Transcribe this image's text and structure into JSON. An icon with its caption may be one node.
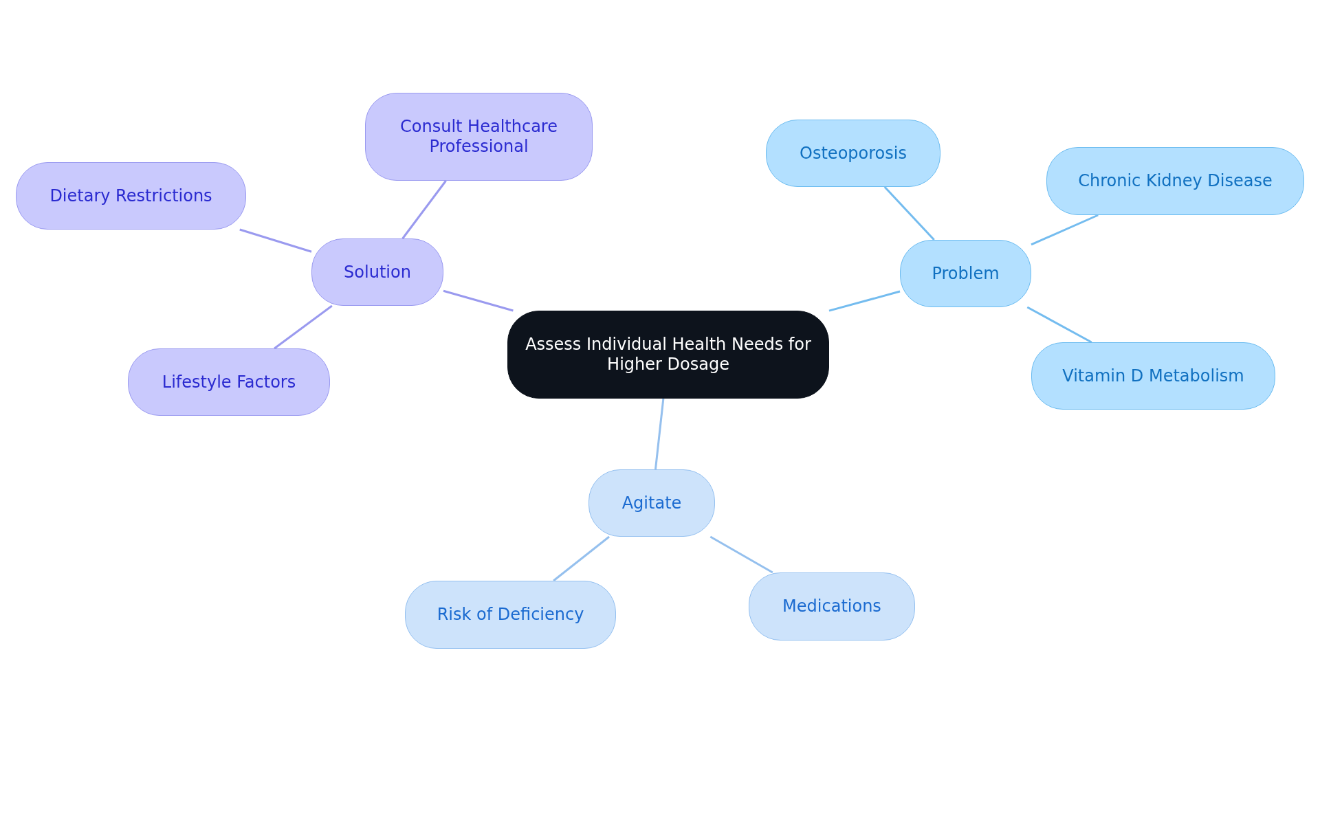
{
  "diagram": {
    "nodes": [
      {
        "text": [
          "Assess Individual Health Needs for Higher Dosage"
        ]
      },
      {
        "text": [
          "Solution"
        ]
      },
      {
        "text": [
          "Consult Healthcare Professional"
        ]
      },
      {
        "text": [
          "Dietary Restrictions"
        ]
      },
      {
        "text": [
          "Lifestyle Factors"
        ]
      },
      {
        "text": [
          "Problem"
        ]
      },
      {
        "text": [
          "Osteoporosis"
        ]
      },
      {
        "text": [
          "Chronic Kidney Disease"
        ]
      },
      {
        "text": [
          "Vitamin D Metabolism"
        ]
      },
      {
        "text": [
          "Agitate"
        ]
      },
      {
        "text": [
          "Risk of Deficiency"
        ]
      },
      {
        "text": [
          "Medications"
        ]
      }
    ],
    "edges": [
      {
        "from": 0,
        "to": 1,
        "arrow": "none",
        "color": "#9a9aef"
      },
      {
        "from": 1,
        "to": 2,
        "arrow": "none",
        "color": "#9a9aef"
      },
      {
        "from": 1,
        "to": 3,
        "arrow": "none",
        "color": "#9a9aef"
      },
      {
        "from": 1,
        "to": 4,
        "arrow": "none",
        "color": "#9a9aef"
      },
      {
        "from": 0,
        "to": 5,
        "arrow": "none",
        "color": "#74bcef"
      },
      {
        "from": 5,
        "to": 6,
        "arrow": "none",
        "color": "#74bcef"
      },
      {
        "from": 5,
        "to": 7,
        "arrow": "none",
        "color": "#74bcef"
      },
      {
        "from": 5,
        "to": 8,
        "arrow": "none",
        "color": "#74bcef"
      },
      {
        "from": 0,
        "to": 9,
        "arrow": "none",
        "color": "#95c0ee"
      },
      {
        "from": 9,
        "to": 10,
        "arrow": "none",
        "color": "#95c0ee"
      },
      {
        "from": 9,
        "to": 11,
        "arrow": "none",
        "color": "#95c0ee"
      }
    ]
  }
}
